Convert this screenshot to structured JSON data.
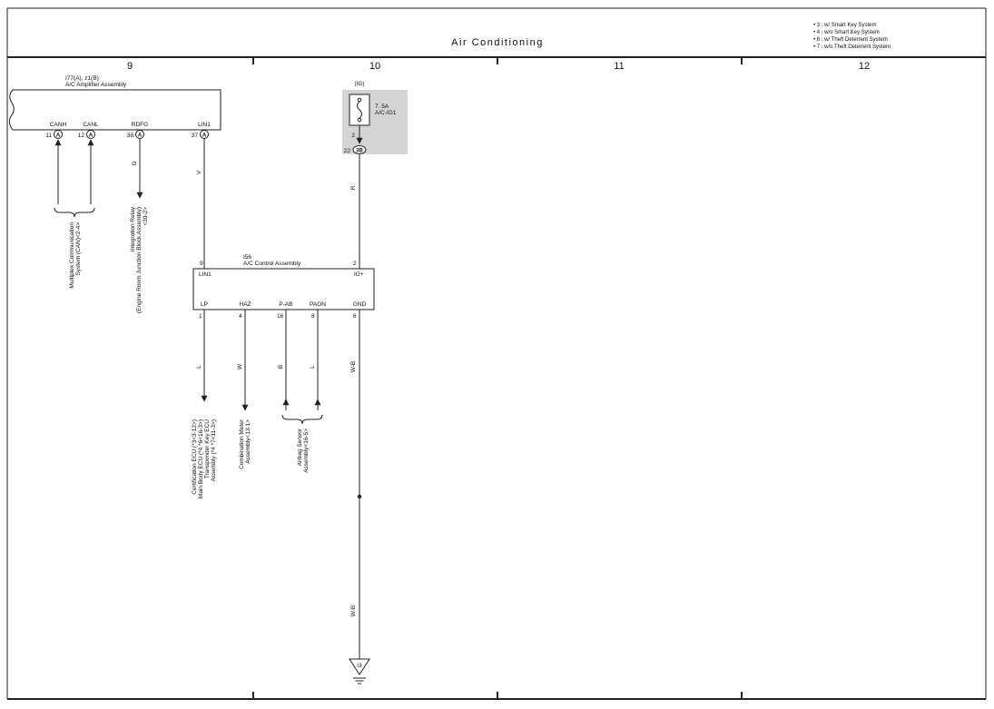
{
  "title": "Air Conditioning",
  "notes": [
    "• 3 : w/ Smart Key System",
    "• 4 : w/o Smart Key System",
    "• 6 : w/ Theft Deterrent System",
    "• 7 : w/o Theft Deterrent System"
  ],
  "columns": [
    "9",
    "10",
    "11",
    "12"
  ],
  "amplifier": {
    "code": "I77(A), z1(B)",
    "name": "A/C Amplifier Assembly",
    "terminals": [
      {
        "label": "CANH",
        "pin": "11",
        "conn": "A"
      },
      {
        "label": "CANL",
        "pin": "12",
        "conn": "A"
      },
      {
        "label": "RDFG",
        "pin": "38",
        "conn": "A"
      },
      {
        "label": "LIN1",
        "pin": "37",
        "conn": "A"
      }
    ]
  },
  "fuse": {
    "circuit": "(IG)",
    "rating": "7. 5A",
    "name": "A/C-IG1",
    "pin_top": "2",
    "pin_bottom": "22",
    "conn": "3B"
  },
  "control": {
    "code": "I56",
    "name": "A/C Control Assembly",
    "top_terminals": [
      {
        "label": "LIN1",
        "pin": "9"
      },
      {
        "label": "IG+",
        "pin": "2"
      }
    ],
    "bottom_terminals": [
      {
        "label": "LP",
        "pin": "1"
      },
      {
        "label": "HAZ",
        "pin": "4"
      },
      {
        "label": "P-AB",
        "pin": "16"
      },
      {
        "label": "PAON",
        "pin": "8"
      },
      {
        "label": "GND",
        "pin": "6"
      }
    ]
  },
  "wire_colors": {
    "rdfg": "G",
    "lin": "V",
    "ig": "R",
    "lp": "L",
    "haz": "W",
    "pab": "B",
    "paon": "L",
    "gnd_upper": "W-B",
    "gnd_lower": "W-B"
  },
  "destinations": {
    "can": [
      "Multiplex Communication",
      "System (CAN)<2-4>"
    ],
    "rdfg": [
      "Integration Relay",
      "(Engine Room Junction Block Assembly)",
      "<30-2>"
    ],
    "lp": [
      "Certification ECU (*3<3-12>)",
      "Main Body ECU (*4 *6<16-3>)",
      "Transponder Key ECU",
      "Assembly (*4 *7<11-3>)"
    ],
    "haz": [
      "Combination Meter",
      "Assembly<13-1>"
    ],
    "airbag": [
      "Airbag Sensor",
      "Assembly<16-5>"
    ]
  },
  "ground": "I3"
}
